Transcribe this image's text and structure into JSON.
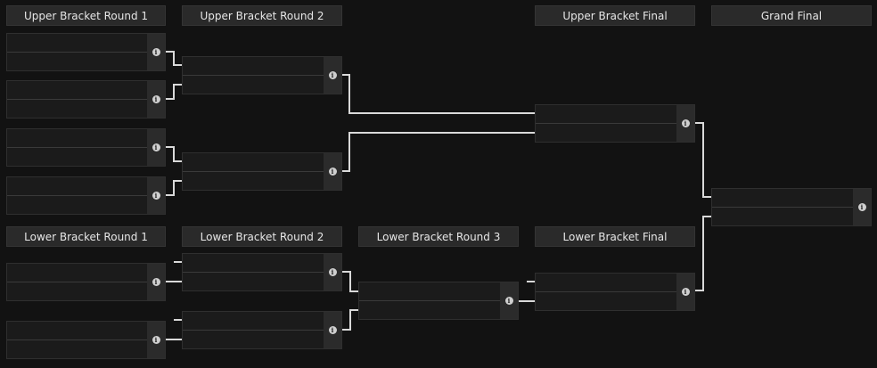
{
  "headers": {
    "ub_r1": "Upper Bracket Round 1",
    "ub_r2": "Upper Bracket Round 2",
    "ub_final": "Upper Bracket Final",
    "grand_final": "Grand Final",
    "lb_r1": "Lower Bracket Round 1",
    "lb_r2": "Lower Bracket Round 2",
    "lb_r3": "Lower Bracket Round 3",
    "lb_final": "Lower Bracket Final"
  },
  "icons": {
    "info": "info-icon"
  },
  "info_glyph": "i",
  "colors": {
    "background": "#121212",
    "connector": "#d9d9d9"
  }
}
